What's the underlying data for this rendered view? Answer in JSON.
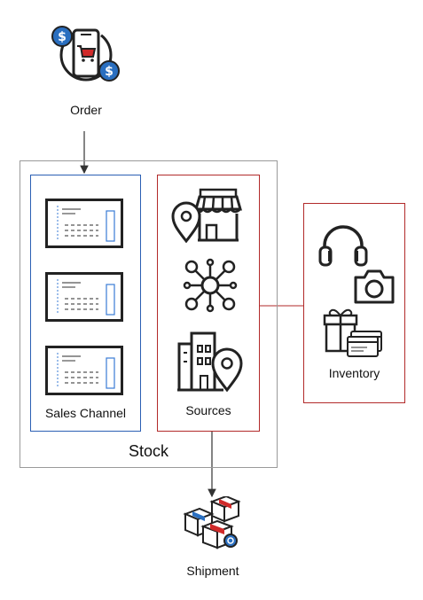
{
  "labels": {
    "order": "Order",
    "stock": "Stock",
    "sales_channel": "Sales Channel",
    "sources": "Sources",
    "inventory": "Inventory",
    "shipment": "Shipment"
  },
  "colors": {
    "stock_border": "#9a9a9a",
    "sales_channel_border": "#2b5fb3",
    "sources_border": "#b22a2a",
    "inventory_border": "#b22a2a",
    "accent_red": "#d02a2a",
    "accent_blue": "#2a6fc0",
    "arrow": "#333333"
  },
  "icons": {
    "order": "mobile-shopping-cart-icon",
    "sales_channel": [
      "sales-document-icon",
      "sales-document-icon",
      "sales-document-icon"
    ],
    "sources": [
      "store-location-icon",
      "network-hub-icon",
      "building-location-icon"
    ],
    "inventory": [
      "headphones-icon",
      "camera-icon",
      "gift-card-icon"
    ],
    "shipment": "stacked-boxes-icon"
  }
}
